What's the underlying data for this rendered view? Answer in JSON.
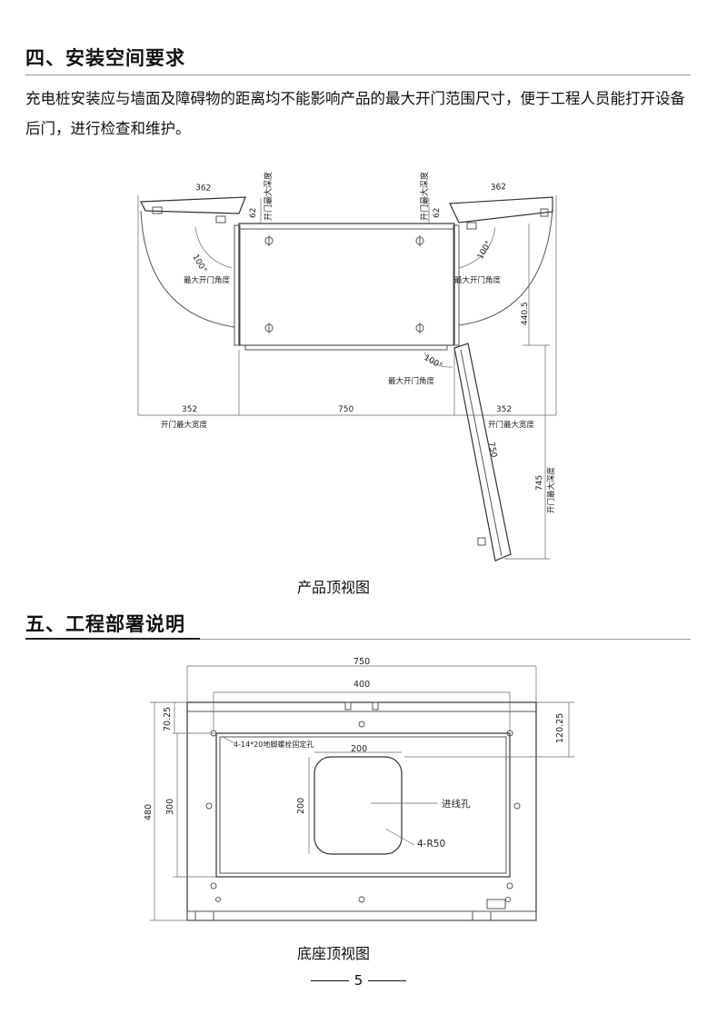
{
  "section4": {
    "title": "四、安装空间要求",
    "paragraph": "充电桩安装应与墙面及障碍物的距离均不能影响产品的最大开门范围尺寸，便于工程人员能打开设备后门，进行检查和维护。"
  },
  "fig1": {
    "caption": "产品顶视图",
    "labels": {
      "door_len_left": "362",
      "door_len_right": "362",
      "offset_left": "62",
      "offset_right": "62",
      "max_depth_left": "开门最大深度",
      "max_depth_right": "开门最大深度",
      "angle_left": "100°",
      "angle_right": "100°",
      "angle_bottom": "100°",
      "max_angle_left": "最大开门角度",
      "max_angle_right": "最大开门角度",
      "max_angle_bottom": "最大开门角度",
      "depth_440": "440.5",
      "width_left": "352",
      "width_mid": "750",
      "width_right": "352",
      "max_width_left": "开门最大宽度",
      "max_width_right": "开门最大宽度",
      "door_bottom_len": "750",
      "depth_745": "745",
      "max_depth_bottom": "开门最大深度"
    }
  },
  "section5": {
    "title": "五、工程部署说明"
  },
  "fig2": {
    "caption": "底座顶视图",
    "labels": {
      "outer_width": "750",
      "hole_spacing": "400",
      "top_margin": "70.25",
      "right_margin": "120.25",
      "bolt_note": "4-14*20地脚螺栓固定孔",
      "cable_width": "200",
      "cable_height": "200",
      "inner_height": "300",
      "total_height": "480",
      "cable_entry": "进线孔",
      "corner_radius": "4-R50"
    }
  },
  "page_number": "5"
}
